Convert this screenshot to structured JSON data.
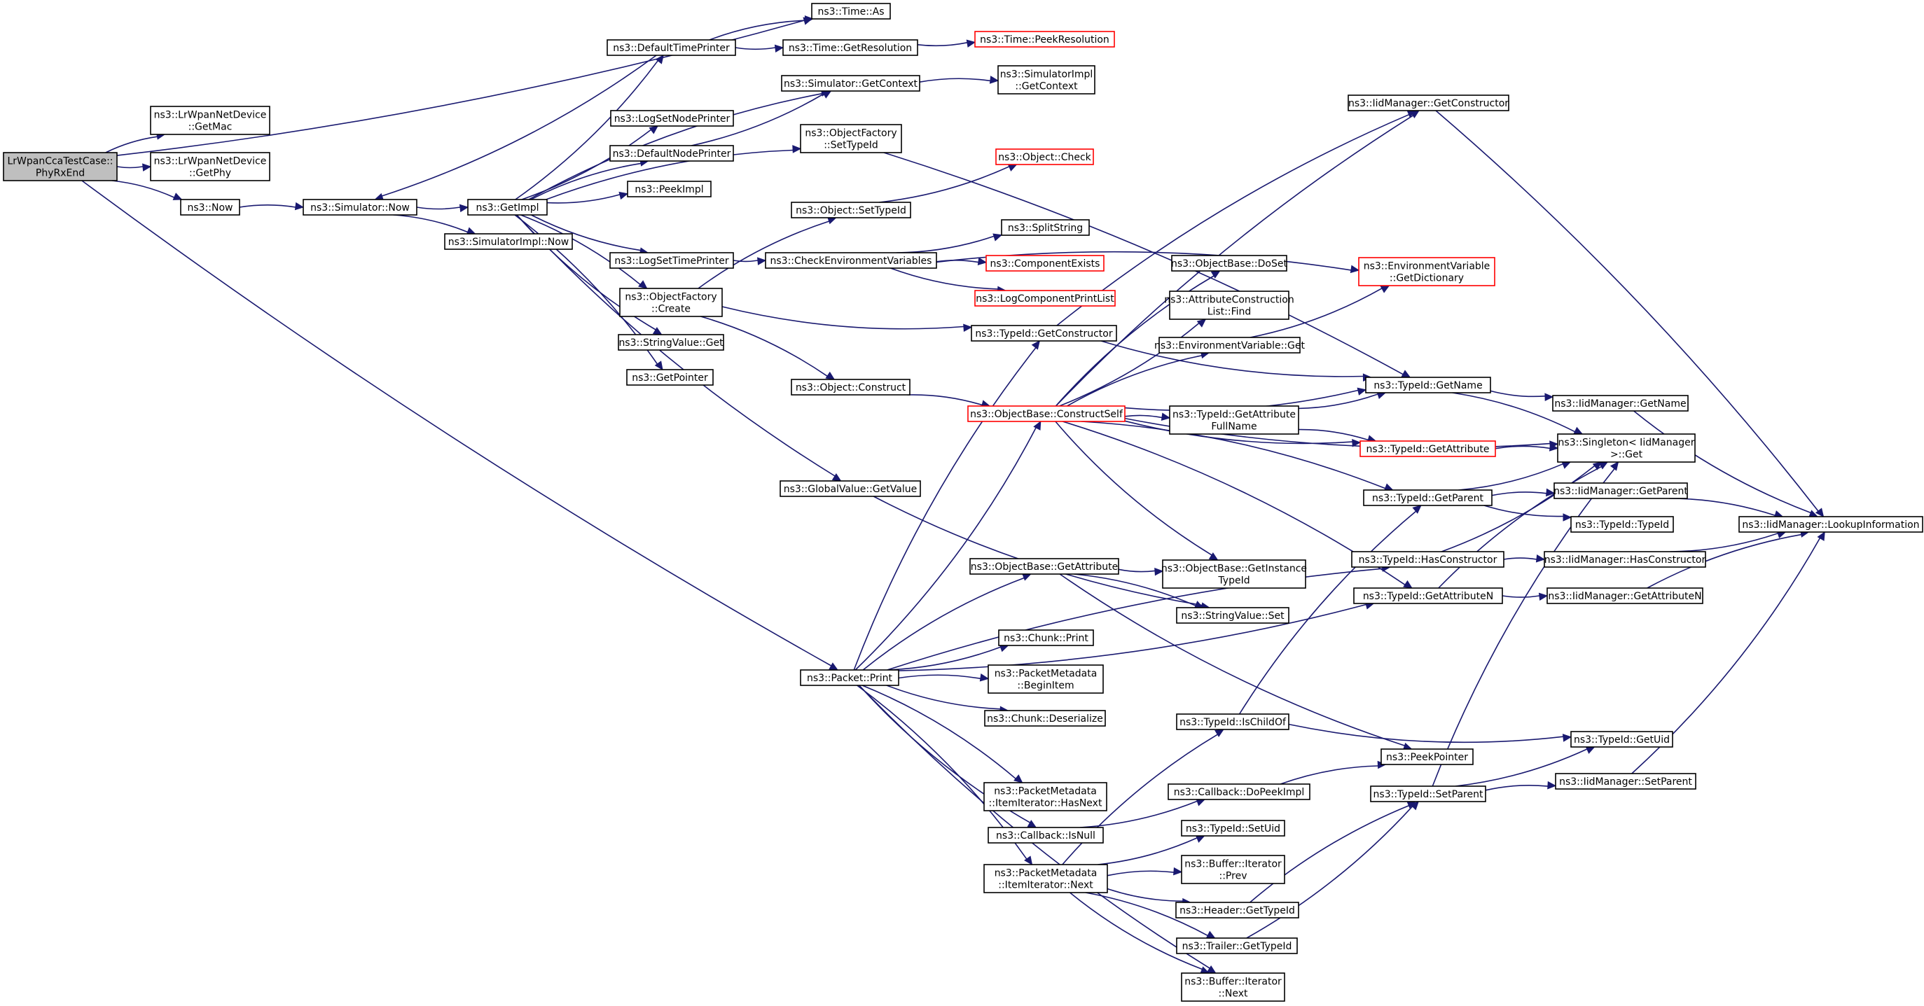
{
  "graph": {
    "colors": {
      "edge": "#191970",
      "node_border": "#000000",
      "node_border_red": "#ff0000",
      "root_fill": "#bfbfbf",
      "node_fill": "#ffffff"
    },
    "nodes": [
      {
        "id": "root",
        "lines": [
          "LrWpanCcaTestCase::",
          "PhyRxEnd"
        ],
        "style": "root"
      },
      {
        "id": "getmac",
        "lines": [
          "ns3::LrWpanNetDevice",
          "::GetMac"
        ]
      },
      {
        "id": "getphy",
        "lines": [
          "ns3::LrWpanNetDevice",
          "::GetPhy"
        ]
      },
      {
        "id": "now",
        "lines": [
          "ns3::Now"
        ]
      },
      {
        "id": "simnow",
        "lines": [
          "ns3::Simulator::Now"
        ]
      },
      {
        "id": "getimpl",
        "lines": [
          "ns3::GetImpl"
        ]
      },
      {
        "id": "simimplnow",
        "lines": [
          "ns3::SimulatorImpl::Now"
        ]
      },
      {
        "id": "timeas",
        "lines": [
          "ns3::Time::As"
        ]
      },
      {
        "id": "deftimeprinter",
        "lines": [
          "ns3::DefaultTimePrinter"
        ]
      },
      {
        "id": "timegetres",
        "lines": [
          "ns3::Time::GetResolution"
        ]
      },
      {
        "id": "timepeekres",
        "lines": [
          "ns3::Time::PeekResolution"
        ],
        "style": "red"
      },
      {
        "id": "simgetctx",
        "lines": [
          "ns3::Simulator::GetContext"
        ]
      },
      {
        "id": "simimplgetctx",
        "lines": [
          "ns3::SimulatorImpl",
          "::GetContext"
        ]
      },
      {
        "id": "logsetnodeprinter",
        "lines": [
          "ns3::LogSetNodePrinter"
        ]
      },
      {
        "id": "defnodeprinter",
        "lines": [
          "ns3::DefaultNodePrinter"
        ]
      },
      {
        "id": "peekimpl",
        "lines": [
          "ns3::PeekImpl"
        ]
      },
      {
        "id": "logsettimeprinter",
        "lines": [
          "ns3::LogSetTimePrinter"
        ]
      },
      {
        "id": "objfactcreate",
        "lines": [
          "ns3::ObjectFactory",
          "::Create"
        ]
      },
      {
        "id": "stringvalueget",
        "lines": [
          "ns3::StringValue::Get"
        ]
      },
      {
        "id": "getpointer",
        "lines": [
          "ns3::GetPointer"
        ]
      },
      {
        "id": "objfactsettypeid",
        "lines": [
          "ns3::ObjectFactory",
          "::SetTypeId"
        ]
      },
      {
        "id": "objcheck",
        "lines": [
          "ns3::Object::Check"
        ],
        "style": "red"
      },
      {
        "id": "objsettypeid",
        "lines": [
          "ns3::Object::SetTypeId"
        ]
      },
      {
        "id": "splitstring",
        "lines": [
          "ns3::SplitString"
        ]
      },
      {
        "id": "checkenv",
        "lines": [
          "ns3::CheckEnvironmentVariables"
        ]
      },
      {
        "id": "compexists",
        "lines": [
          "ns3::ComponentExists"
        ],
        "style": "red"
      },
      {
        "id": "logcompprintlist",
        "lines": [
          "ns3::LogComponentPrintList"
        ],
        "style": "red"
      },
      {
        "id": "objconstruct",
        "lines": [
          "ns3::Object::Construct"
        ]
      },
      {
        "id": "globalvalueget",
        "lines": [
          "ns3::GlobalValue::GetValue"
        ]
      },
      {
        "id": "iidgetctor",
        "lines": [
          "ns3::IidManager::GetConstructor"
        ]
      },
      {
        "id": "objbasedoset",
        "lines": [
          "ns3::ObjectBase::DoSet"
        ]
      },
      {
        "id": "envvargetdict",
        "lines": [
          "ns3::EnvironmentVariable",
          "::GetDictionary"
        ],
        "style": "red"
      },
      {
        "id": "attrconstrfind",
        "lines": [
          "ns3::AttributeConstruction",
          "List::Find"
        ]
      },
      {
        "id": "typeidgetctor",
        "lines": [
          "ns3::TypeId::GetConstructor"
        ]
      },
      {
        "id": "envvarget",
        "lines": [
          "ns3::EnvironmentVariable::Get"
        ]
      },
      {
        "id": "objbaseconstructself",
        "lines": [
          "ns3::ObjectBase::ConstructSelf"
        ],
        "style": "red"
      },
      {
        "id": "typeidgetname",
        "lines": [
          "ns3::TypeId::GetName"
        ]
      },
      {
        "id": "iidgetname",
        "lines": [
          "ns3::IidManager::GetName"
        ]
      },
      {
        "id": "typeidgetattrfullname",
        "lines": [
          "ns3::TypeId::GetAttribute",
          "FullName"
        ]
      },
      {
        "id": "singletonget",
        "lines": [
          "ns3::Singleton< IidManager",
          ">::Get"
        ]
      },
      {
        "id": "typeidgetattr",
        "lines": [
          "ns3::TypeId::GetAttribute"
        ],
        "style": "red"
      },
      {
        "id": "typeidgetparent",
        "lines": [
          "ns3::TypeId::GetParent"
        ]
      },
      {
        "id": "iidgetparent",
        "lines": [
          "ns3::IidManager::GetParent"
        ]
      },
      {
        "id": "typeidtypeid",
        "lines": [
          "ns3::TypeId::TypeId"
        ]
      },
      {
        "id": "iidlookup",
        "lines": [
          "ns3::IidManager::LookupInformation"
        ]
      },
      {
        "id": "objbasegetattr",
        "lines": [
          "ns3::ObjectBase::GetAttribute"
        ]
      },
      {
        "id": "objbasegetinsttypeid",
        "lines": [
          "ns3::ObjectBase::GetInstance",
          "TypeId"
        ]
      },
      {
        "id": "typeidhasctor",
        "lines": [
          "ns3::TypeId::HasConstructor"
        ]
      },
      {
        "id": "iidhasctor",
        "lines": [
          "ns3::IidManager::HasConstructor"
        ]
      },
      {
        "id": "typeidgetattrn",
        "lines": [
          "ns3::TypeId::GetAttributeN"
        ]
      },
      {
        "id": "iidgetattrn",
        "lines": [
          "ns3::IidManager::GetAttributeN"
        ]
      },
      {
        "id": "stringvalueset",
        "lines": [
          "ns3::StringValue::Set"
        ]
      },
      {
        "id": "chunkprint",
        "lines": [
          "ns3::Chunk::Print"
        ]
      },
      {
        "id": "packetprint",
        "lines": [
          "ns3::Packet::Print"
        ]
      },
      {
        "id": "pmbeginitem",
        "lines": [
          "ns3::PacketMetadata",
          "::BeginItem"
        ]
      },
      {
        "id": "chunkdeser",
        "lines": [
          "ns3::Chunk::Deserialize"
        ]
      },
      {
        "id": "typeidischildof",
        "lines": [
          "ns3::TypeId::IsChildOf"
        ]
      },
      {
        "id": "typeidgetuid",
        "lines": [
          "ns3::TypeId::GetUid"
        ]
      },
      {
        "id": "peekpointer",
        "lines": [
          "ns3::PeekPointer"
        ]
      },
      {
        "id": "pmhasnext",
        "lines": [
          "ns3::PacketMetadata",
          "::ItemIterator::HasNext"
        ]
      },
      {
        "id": "cbdopeekimpl",
        "lines": [
          "ns3::Callback::DoPeekImpl"
        ]
      },
      {
        "id": "typeidsetparent",
        "lines": [
          "ns3::TypeId::SetParent"
        ]
      },
      {
        "id": "iidsetparent",
        "lines": [
          "ns3::IidManager::SetParent"
        ]
      },
      {
        "id": "cbisnull",
        "lines": [
          "ns3::Callback::IsNull"
        ]
      },
      {
        "id": "typeidsetuid",
        "lines": [
          "ns3::TypeId::SetUid"
        ]
      },
      {
        "id": "pmnext",
        "lines": [
          "ns3::PacketMetadata",
          "::ItemIterator::Next"
        ]
      },
      {
        "id": "bufiterprev",
        "lines": [
          "ns3::Buffer::Iterator",
          "::Prev"
        ]
      },
      {
        "id": "headergettypeid",
        "lines": [
          "ns3::Header::GetTypeId"
        ]
      },
      {
        "id": "trailergettypeid",
        "lines": [
          "ns3::Trailer::GetTypeId"
        ]
      },
      {
        "id": "bufiternext",
        "lines": [
          "ns3::Buffer::Iterator",
          "::Next"
        ]
      }
    ],
    "edges": [
      [
        "root",
        "timeas"
      ],
      [
        "root",
        "getmac"
      ],
      [
        "root",
        "getphy"
      ],
      [
        "root",
        "now"
      ],
      [
        "root",
        "packetprint"
      ],
      [
        "now",
        "simnow"
      ],
      [
        "simnow",
        "getimpl"
      ],
      [
        "simnow",
        "simimplnow"
      ],
      [
        "getimpl",
        "deftimeprinter"
      ],
      [
        "getimpl",
        "simgetctx"
      ],
      [
        "getimpl",
        "logsetnodeprinter"
      ],
      [
        "getimpl",
        "defnodeprinter"
      ],
      [
        "getimpl",
        "peekimpl"
      ],
      [
        "getimpl",
        "objfactsettypeid"
      ],
      [
        "getimpl",
        "logsettimeprinter"
      ],
      [
        "getimpl",
        "objfactcreate"
      ],
      [
        "getimpl",
        "stringvalueget"
      ],
      [
        "getimpl",
        "getpointer"
      ],
      [
        "getimpl",
        "globalvalueget"
      ],
      [
        "deftimeprinter",
        "timeas"
      ],
      [
        "deftimeprinter",
        "timegetres"
      ],
      [
        "deftimeprinter",
        "simnow"
      ],
      [
        "timegetres",
        "timepeekres"
      ],
      [
        "simgetctx",
        "simimplgetctx"
      ],
      [
        "defnodeprinter",
        "simgetctx"
      ],
      [
        "objfactsettypeid",
        "typeidgetname"
      ],
      [
        "logsettimeprinter",
        "checkenv"
      ],
      [
        "checkenv",
        "envvargetdict"
      ],
      [
        "checkenv",
        "splitstring"
      ],
      [
        "checkenv",
        "compexists"
      ],
      [
        "checkenv",
        "logcompprintlist"
      ],
      [
        "objfactcreate",
        "objsettypeid"
      ],
      [
        "objfactcreate",
        "typeidgetctor"
      ],
      [
        "objfactcreate",
        "objconstruct"
      ],
      [
        "objsettypeid",
        "objcheck"
      ],
      [
        "objconstruct",
        "objbaseconstructself"
      ],
      [
        "globalvalueget",
        "stringvalueset"
      ],
      [
        "typeidgetctor",
        "iidgetctor"
      ],
      [
        "typeidgetctor",
        "typeidgetname"
      ],
      [
        "iidgetctor",
        "iidlookup"
      ],
      [
        "envvarget",
        "envvargetdict"
      ],
      [
        "objbaseconstructself",
        "iidgetctor"
      ],
      [
        "objbaseconstructself",
        "singletonget"
      ],
      [
        "objbaseconstructself",
        "objbasedoset"
      ],
      [
        "objbaseconstructself",
        "attrconstrfind"
      ],
      [
        "objbaseconstructself",
        "envvarget"
      ],
      [
        "objbaseconstructself",
        "typeidgetname"
      ],
      [
        "objbaseconstructself",
        "typeidgetattrfullname"
      ],
      [
        "objbaseconstructself",
        "typeidgetattr"
      ],
      [
        "objbaseconstructself",
        "typeidgetparent"
      ],
      [
        "objbaseconstructself",
        "objbasegetinsttypeid"
      ],
      [
        "objbaseconstructself",
        "typeidgetattrn"
      ],
      [
        "typeidgetattrfullname",
        "typeidgetname"
      ],
      [
        "typeidgetattrfullname",
        "typeidgetattr"
      ],
      [
        "typeidgetname",
        "iidgetname"
      ],
      [
        "typeidgetname",
        "singletonget"
      ],
      [
        "iidgetname",
        "iidlookup"
      ],
      [
        "typeidgetattr",
        "singletonget"
      ],
      [
        "typeidgetparent",
        "singletonget"
      ],
      [
        "typeidgetparent",
        "iidgetparent"
      ],
      [
        "typeidgetparent",
        "typeidtypeid"
      ],
      [
        "iidgetparent",
        "iidlookup"
      ],
      [
        "typeidhasctor",
        "singletonget"
      ],
      [
        "typeidhasctor",
        "iidhasctor"
      ],
      [
        "iidhasctor",
        "iidlookup"
      ],
      [
        "typeidgetattrn",
        "singletonget"
      ],
      [
        "typeidgetattrn",
        "iidgetattrn"
      ],
      [
        "iidgetattrn",
        "iidlookup"
      ],
      [
        "objbasegetattr",
        "objbasegetinsttypeid"
      ],
      [
        "objbasegetattr",
        "stringvalueset"
      ],
      [
        "objbasegetattr",
        "peekpointer"
      ],
      [
        "packetprint",
        "typeidgetctor"
      ],
      [
        "packetprint",
        "objbaseconstructself"
      ],
      [
        "packetprint",
        "objbasegetattr"
      ],
      [
        "packetprint",
        "chunkprint"
      ],
      [
        "packetprint",
        "pmbeginitem"
      ],
      [
        "packetprint",
        "chunkdeser"
      ],
      [
        "packetprint",
        "typeidhasctor"
      ],
      [
        "packetprint",
        "typeidgetattrn"
      ],
      [
        "packetprint",
        "pmhasnext"
      ],
      [
        "packetprint",
        "cbisnull"
      ],
      [
        "packetprint",
        "pmnext"
      ],
      [
        "packetprint",
        "bufiternext"
      ],
      [
        "typeidischildof",
        "typeidgetparent"
      ],
      [
        "typeidischildof",
        "typeidgetuid"
      ],
      [
        "cbdopeekimpl",
        "peekpointer"
      ],
      [
        "cbisnull",
        "cbdopeekimpl"
      ],
      [
        "pmnext",
        "typeidischildof"
      ],
      [
        "pmnext",
        "typeidsetuid"
      ],
      [
        "pmnext",
        "bufiterprev"
      ],
      [
        "pmnext",
        "headergettypeid"
      ],
      [
        "pmnext",
        "trailergettypeid"
      ],
      [
        "pmnext",
        "bufiternext"
      ],
      [
        "headergettypeid",
        "typeidsetparent"
      ],
      [
        "trailergettypeid",
        "typeidsetparent"
      ],
      [
        "typeidsetparent",
        "singletonget"
      ],
      [
        "typeidsetparent",
        "typeidgetuid"
      ],
      [
        "typeidsetparent",
        "iidsetparent"
      ],
      [
        "iidsetparent",
        "iidlookup"
      ]
    ]
  }
}
